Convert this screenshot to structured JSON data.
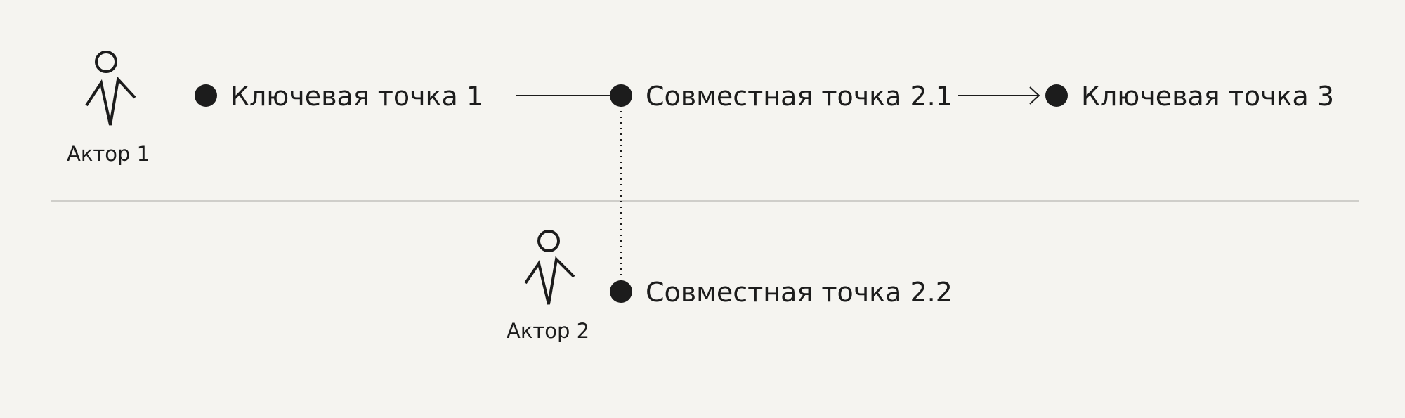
{
  "colors": {
    "background": "#f5f4f0",
    "ink": "#1c1c1c",
    "divider": "#cfceca"
  },
  "actors": [
    {
      "label": "Актор 1",
      "icon": "person-icon"
    },
    {
      "label": "Актор 2",
      "icon": "person-icon"
    }
  ],
  "points": [
    {
      "label": "Ключевая точка 1"
    },
    {
      "label": "Совместная точка 2.1"
    },
    {
      "label": "Ключевая точка 3"
    },
    {
      "label": "Совместная точка 2.2"
    }
  ],
  "connectors": [
    {
      "from": "Ключевая точка 1",
      "to": "Совместная точка 2.1",
      "style": "solid",
      "arrow": false
    },
    {
      "from": "Совместная точка 2.1",
      "to": "Ключевая точка 3",
      "style": "solid",
      "arrow": true
    },
    {
      "from": "Совместная точка 2.1",
      "to": "Совместная точка 2.2",
      "style": "dotted",
      "arrow": false
    }
  ]
}
